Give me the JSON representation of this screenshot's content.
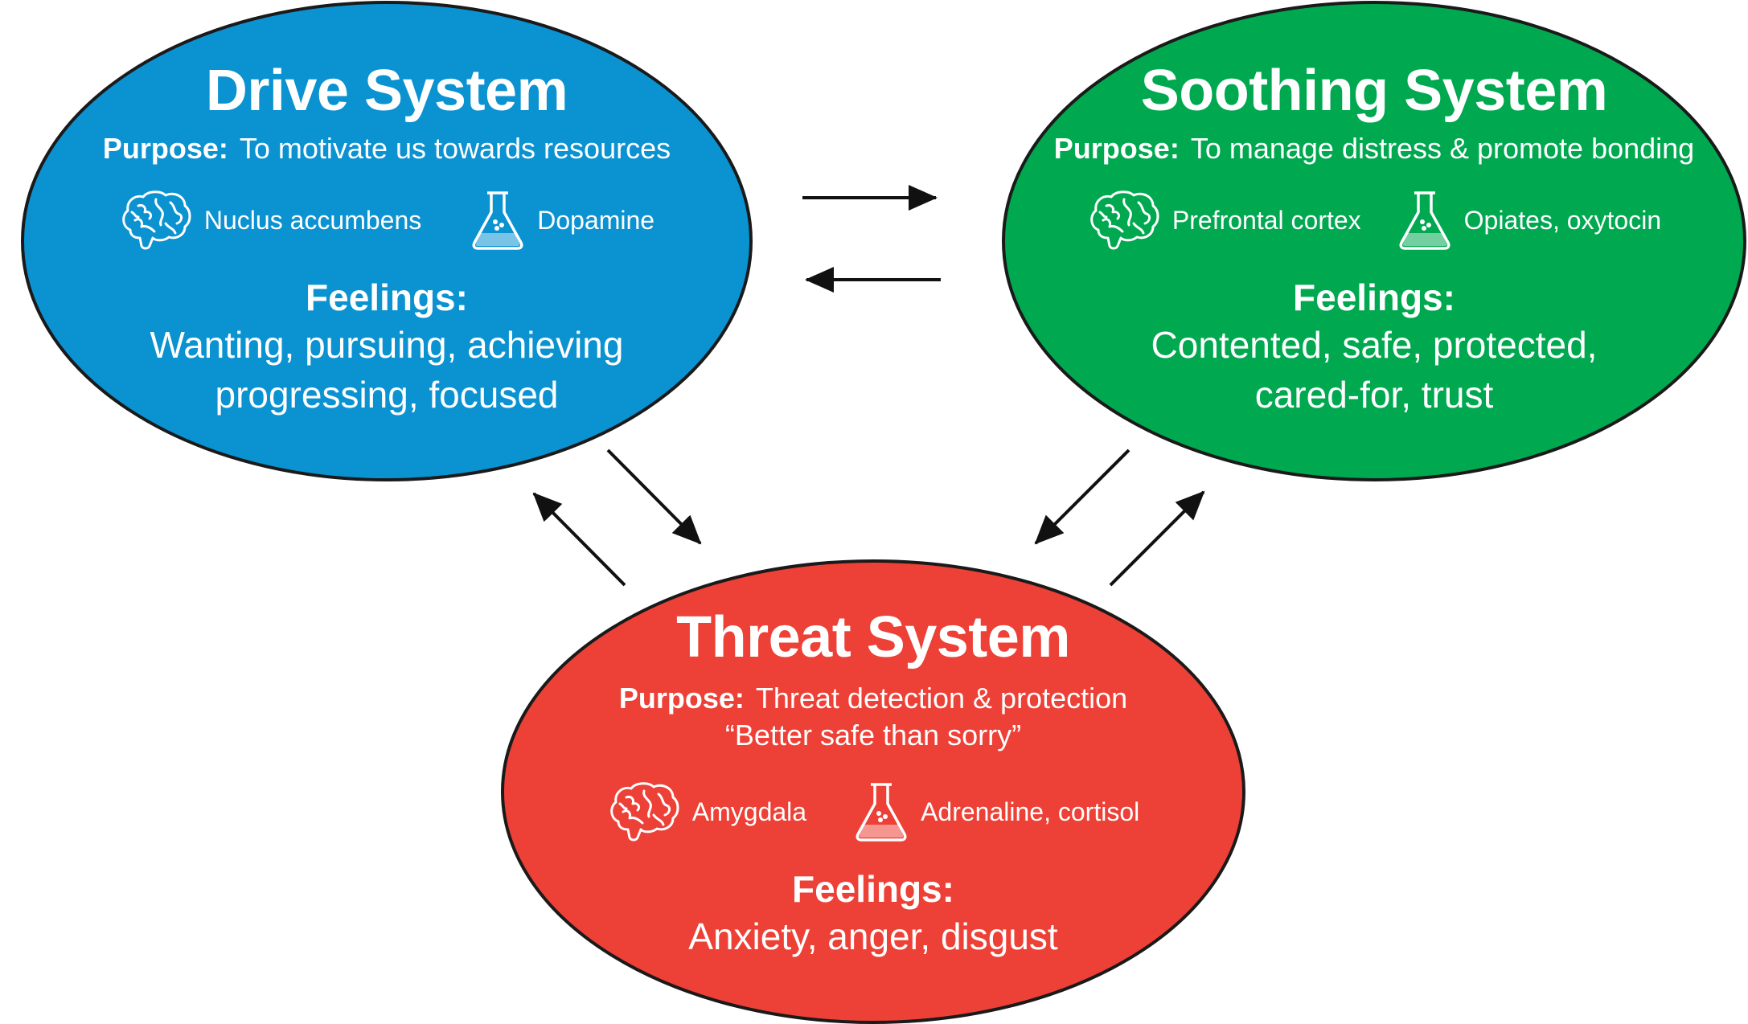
{
  "colors": {
    "drive": "#0b92d1",
    "soothing": "#00a850",
    "threat": "#ed4036",
    "outline": "#1a1a1a",
    "arrow": "#111111"
  },
  "systems": {
    "drive": {
      "title": "Drive System",
      "purpose_label": "Purpose:",
      "purpose_text": "To motivate us towards resources",
      "purpose_text_2": "",
      "brain_icon": "brain-icon",
      "brain_label": "Nuclus accumbens",
      "chem_icon": "flask-icon",
      "chem_label": "Dopamine",
      "feelings_label": "Feelings:",
      "feelings_line1": "Wanting, pursuing, achieving",
      "feelings_line2": "progressing, focused"
    },
    "soothing": {
      "title": "Soothing System",
      "purpose_label": "Purpose:",
      "purpose_text": "To manage distress & promote bonding",
      "purpose_text_2": "",
      "brain_icon": "brain-icon",
      "brain_label": "Prefrontal cortex",
      "chem_icon": "flask-icon",
      "chem_label": "Opiates, oxytocin",
      "feelings_label": "Feelings:",
      "feelings_line1": "Contented, safe, protected,",
      "feelings_line2": "cared-for, trust"
    },
    "threat": {
      "title": "Threat System",
      "purpose_label": "Purpose:",
      "purpose_text": "Threat detection & protection",
      "purpose_text_2": "“Better safe than sorry”",
      "brain_icon": "brain-icon",
      "brain_label": "Amygdala",
      "chem_icon": "flask-icon",
      "chem_label": "Adrenaline, cortisol",
      "feelings_label": "Feelings:",
      "feelings_line1": "Anxiety, anger, disgust",
      "feelings_line2": ""
    }
  }
}
